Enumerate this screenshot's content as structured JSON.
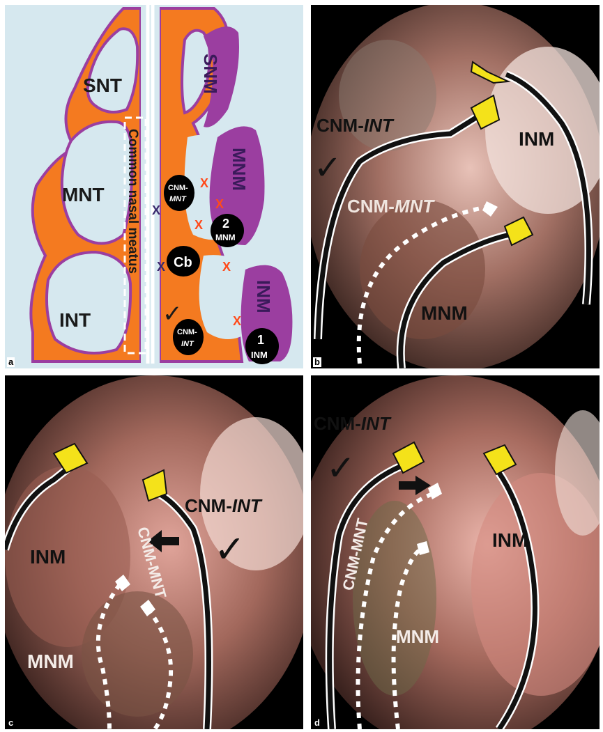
{
  "panels": {
    "a": {
      "letter": "a",
      "turbinates": {
        "superior": "SNT",
        "middle": "MNT",
        "inferior": "INT"
      },
      "meatus": {
        "superior": "SNM",
        "middle": "MNM",
        "inferior": "INM"
      },
      "common_meatus_label": "Common nasal meatus",
      "passages": {
        "cnm_mnt": {
          "line1": "CNM-",
          "line2": "MNT"
        },
        "cb": "Cb",
        "cnm_int": {
          "line1": "CNM-",
          "line2": "INT"
        },
        "mnm": {
          "number": "2",
          "label": "MNM"
        },
        "inm": {
          "number": "1",
          "label": "INM"
        }
      },
      "blocked_mark": "X",
      "ok_mark": "✓",
      "colors": {
        "bone": "#f47a20",
        "mucosa": "#9b3ea0",
        "background": "#d6e8ef",
        "cross": "#ff4a1a",
        "cross_dark": "#3a2a6e"
      }
    },
    "b": {
      "letter": "b",
      "cnm_int": {
        "prefix": "CNM-",
        "suffix": "INT"
      },
      "cnm_mnt": {
        "prefix": "CNM-",
        "suffix": "MNT"
      },
      "inm": "INM",
      "mnm": "MNM",
      "check": "✓"
    },
    "c": {
      "letter": "c",
      "cnm_int": {
        "prefix": "CNM-",
        "suffix": "INT"
      },
      "cnm_mnt": "CNM-MNT",
      "inm": "INM",
      "mnm": "MNM",
      "check": "✓"
    },
    "d": {
      "letter": "d",
      "cnm_int": {
        "prefix": "CNM-",
        "suffix": "INT"
      },
      "cnm_mnt": "CNM-MNT",
      "inm": "INM",
      "mnm": "MNM",
      "check": "✓"
    }
  },
  "colors": {
    "catheter": "#111111",
    "catheter_edge": "#ffffff",
    "tip": "#f4e21a",
    "dotted": "#ffffff"
  }
}
